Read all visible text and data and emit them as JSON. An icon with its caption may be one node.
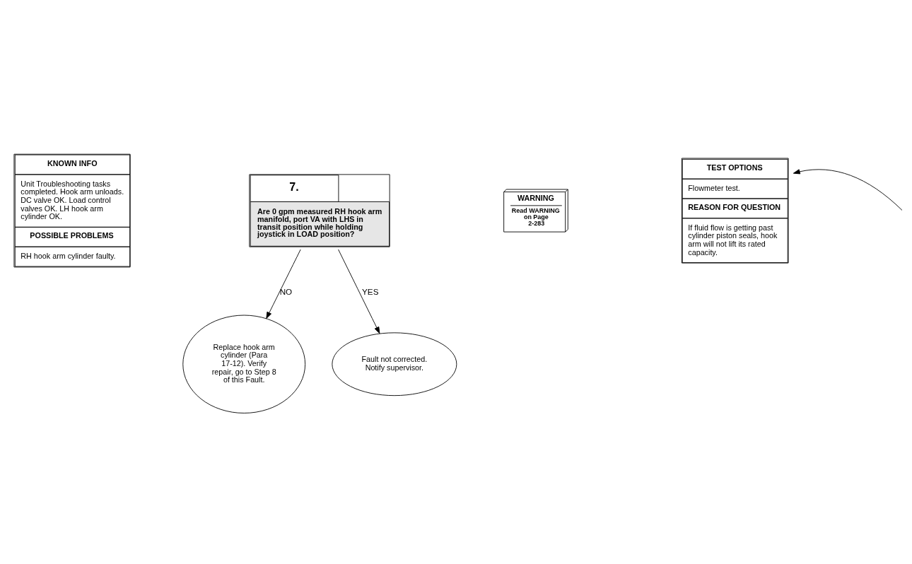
{
  "diagram": {
    "nodes": [
      {
        "text": [
          "KNOWN INFO",
          "Unit Troubleshooting tasks completed. Hook arm unloads. DC valve OK. Load control valves OK. LH hook arm cylinder OK.",
          "POSSIBLE PROBLEMS",
          "RH hook arm cylinder faulty."
        ]
      },
      {
        "text": [
          "7.",
          "Are 0 gpm measured RH hook arm manifold, port VA with LHS in transit position while holding joystick in LOAD position?"
        ]
      },
      {
        "text": [
          "WARNING",
          "Read WARNING on Page 2-283"
        ]
      },
      {
        "text": [
          "TEST OPTIONS",
          "Flowmeter test.",
          "REASON FOR QUESTION",
          "If fluid flow is getting past cylinder piston seals, hook arm will not lift its rated capacity."
        ]
      },
      {
        "text": [
          "Replace hook arm cylinder (Para 17-12). Verify repair, go to Step 8 of this Fault."
        ]
      },
      {
        "text": [
          "Fault not corrected. Notify supervisor."
        ]
      }
    ],
    "edges": [
      {
        "from": 1,
        "to": 4,
        "arrow": "to",
        "label": "NO"
      },
      {
        "from": 1,
        "to": 5,
        "arrow": "to",
        "label": "YES"
      },
      {
        "from": null,
        "to": 3,
        "arrow": "to"
      }
    ]
  }
}
